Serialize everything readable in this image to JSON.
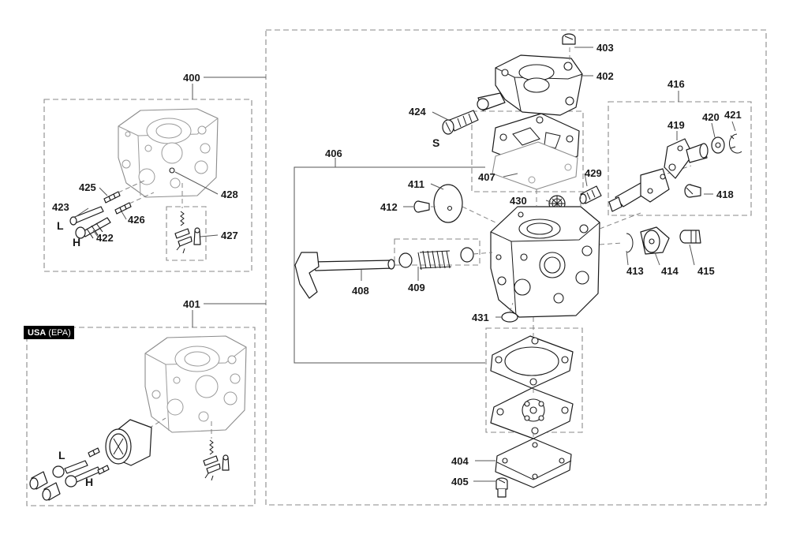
{
  "labels": {
    "l400": "400",
    "l401": "401",
    "l402": "402",
    "l403": "403",
    "l404": "404",
    "l405": "405",
    "l406": "406",
    "l407": "407",
    "l408": "408",
    "l409": "409",
    "l411": "411",
    "l412": "412",
    "l413": "413",
    "l414": "414",
    "l415": "415",
    "l416": "416",
    "l418": "418",
    "l419": "419",
    "l420": "420",
    "l421": "421",
    "l422": "422",
    "l423": "423",
    "l424": "424",
    "l425": "425",
    "l426": "426",
    "l427": "427",
    "l428": "428",
    "l429": "429",
    "l430": "430",
    "l431": "431"
  },
  "markers": {
    "s": "S",
    "l_top": "L",
    "h_top": "H",
    "l_bottom": "L",
    "h_bottom": "H"
  },
  "region_tag": {
    "bold": "USA",
    "rest": " (EPA)",
    "color": "#000000"
  }
}
